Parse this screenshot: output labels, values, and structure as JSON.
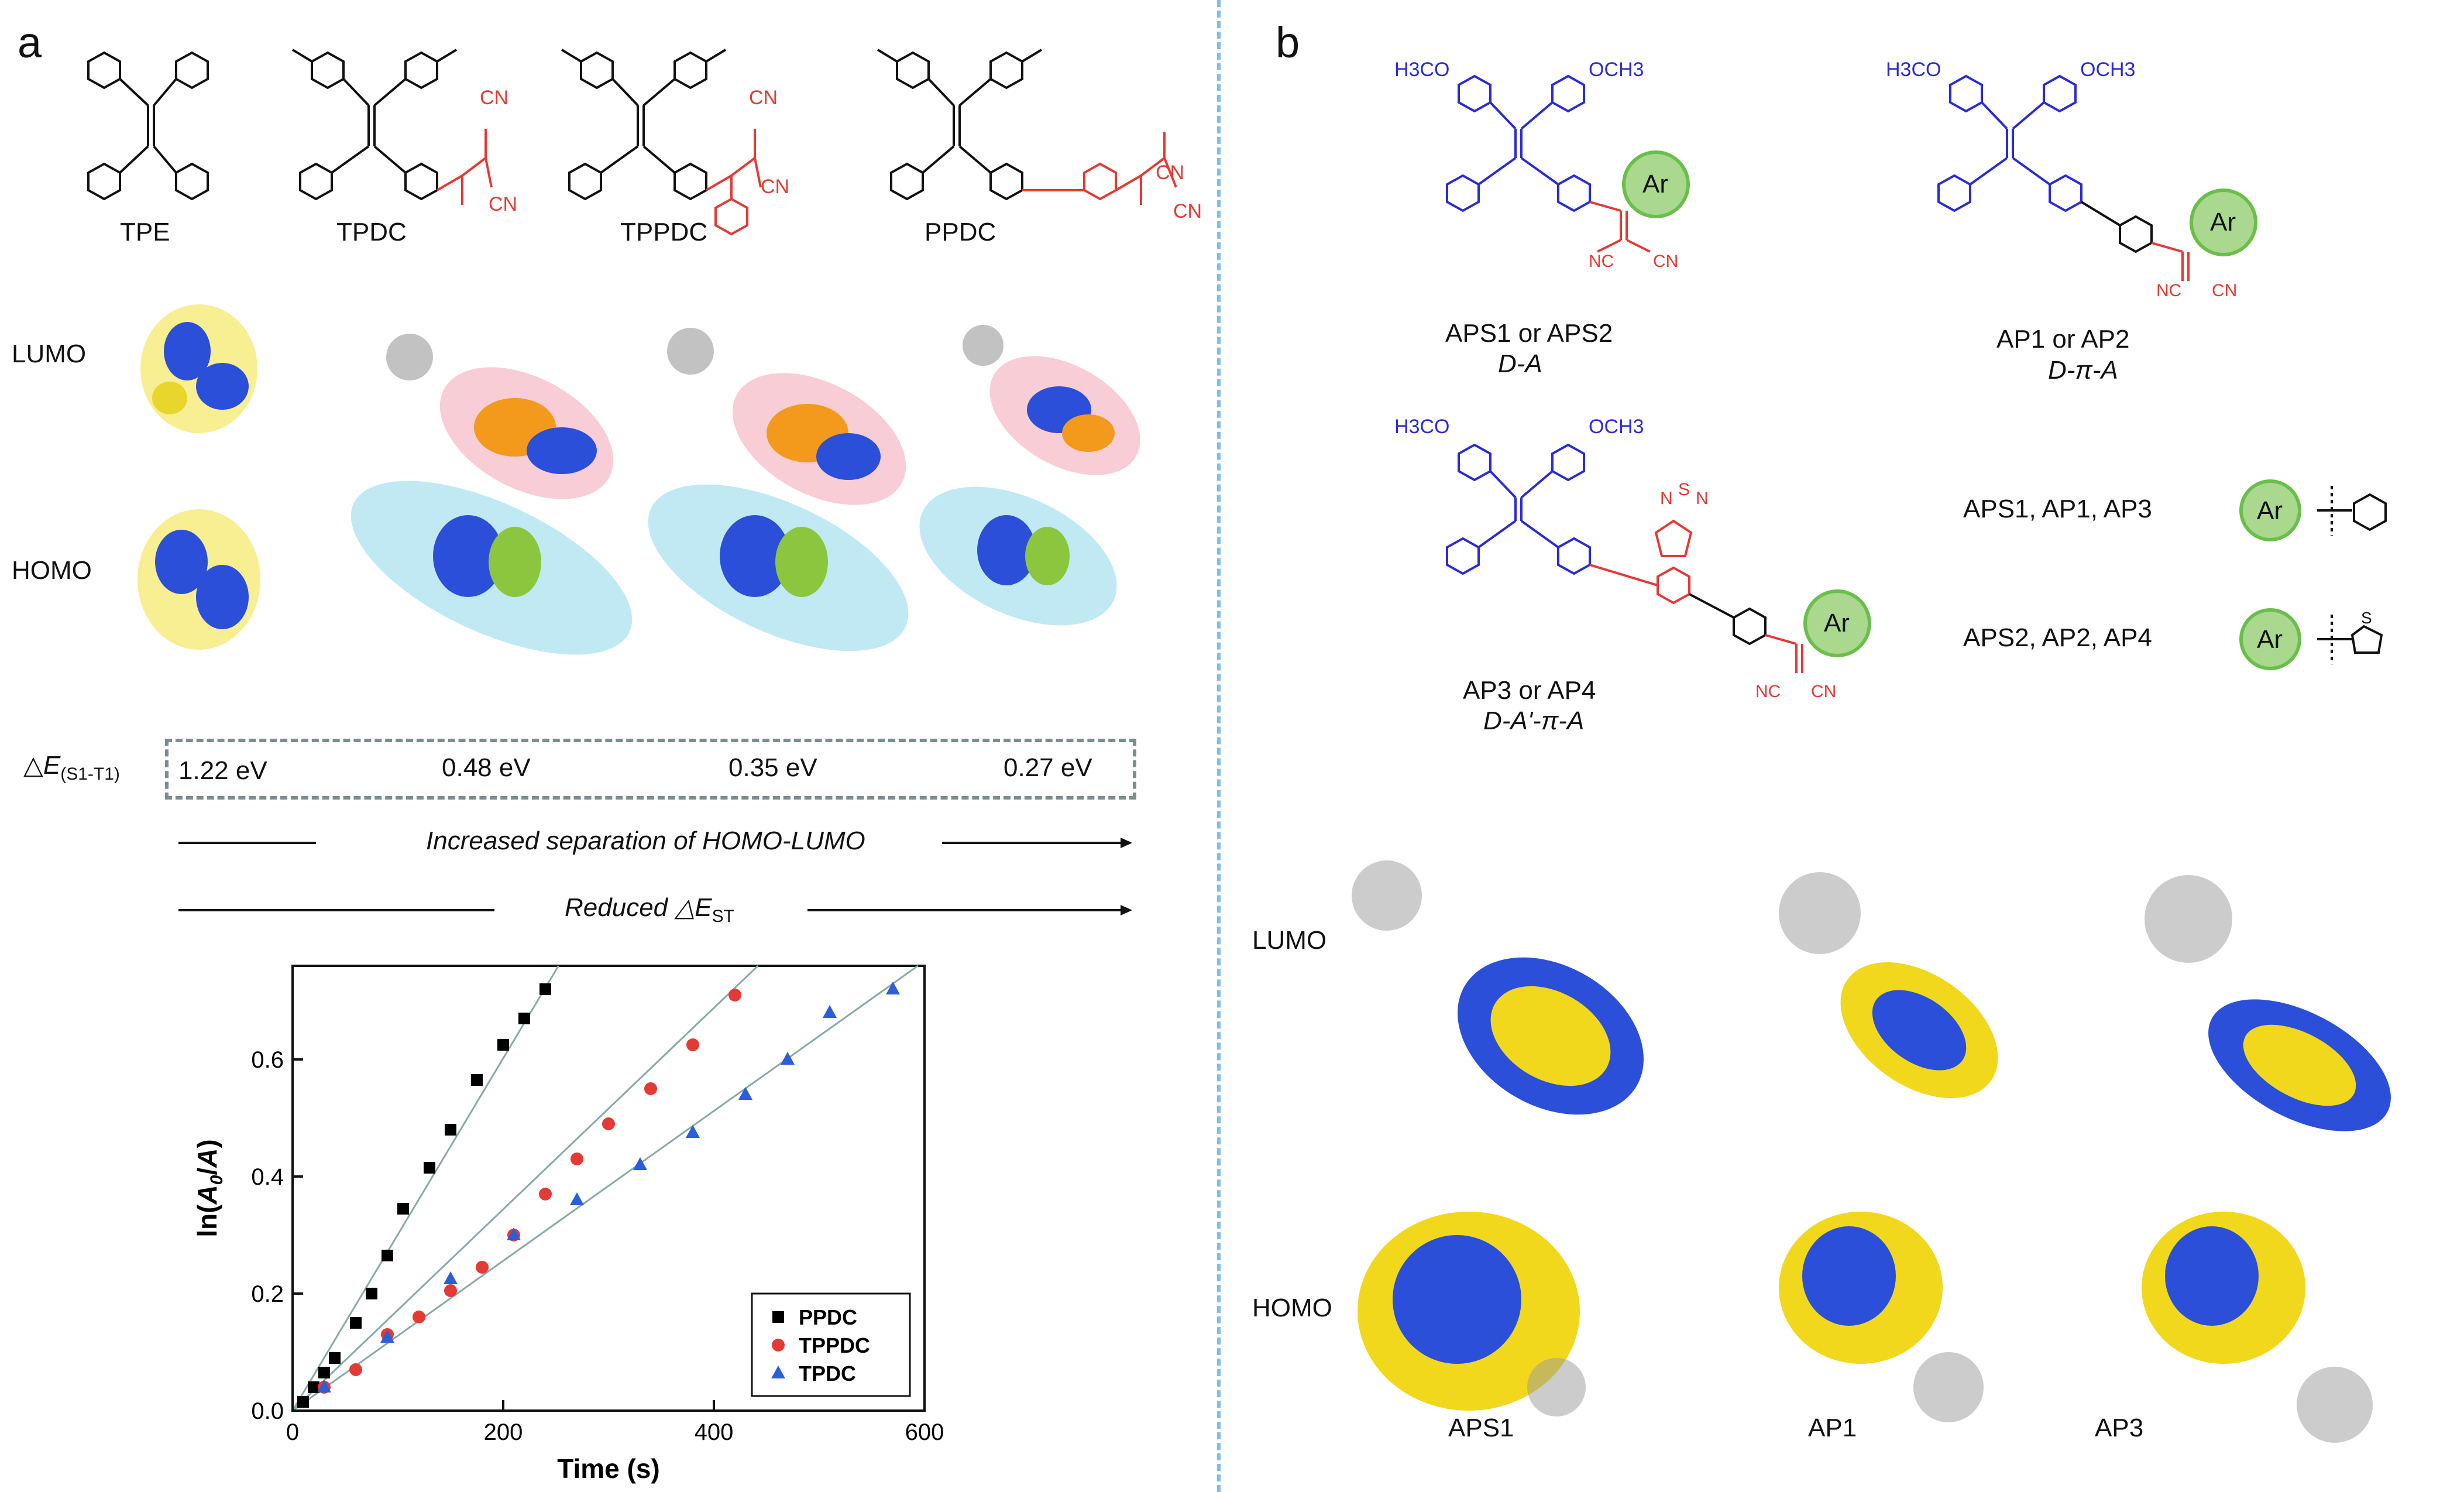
{
  "panel_a": {
    "letter": "a",
    "molecules": [
      "TPE",
      "TPDC",
      "TPPDC",
      "PPDC"
    ],
    "cn": "CN",
    "orbitals": {
      "lumo": "LUMO",
      "homo": "HOMO"
    },
    "delta_e": {
      "symbol": "△",
      "italic": "E",
      "sub": "(S1-T1)",
      "values": [
        "1.22 eV",
        "0.48 eV",
        "0.35 eV",
        "0.27 eV"
      ]
    },
    "arrow1": "Increased separation of HOMO-LUMO",
    "arrow2_text": "Reduced △",
    "arrow2_e": "E",
    "arrow2_sub": "ST"
  },
  "panel_b": {
    "letter": "b",
    "substituents": {
      "h3co": "H3CO",
      "och3": "OCH3",
      "nc": "NC",
      "cn": "CN",
      "ar": "Ar",
      "btd_n": "N",
      "btd_s": "S"
    },
    "structures": [
      {
        "name": "APS1 or APS2",
        "type": "D-A"
      },
      {
        "name": "AP1 or AP2",
        "type": "D-π-A"
      },
      {
        "name": "AP3 or AP4",
        "type": "D-A'-π-A"
      }
    ],
    "ar_defs": [
      {
        "label": "APS1, AP1, AP3"
      },
      {
        "label": "APS2, AP2, AP4"
      }
    ],
    "orbitals": {
      "lumo": "LUMO",
      "homo": "HOMO"
    },
    "molecule_labels": [
      "APS1",
      "AP1",
      "AP3"
    ]
  },
  "chart_data": {
    "type": "scatter",
    "xlabel_pre": "Time (s)",
    "ylabel": "ln(A0/A)",
    "xlim": [
      0,
      600
    ],
    "ylim": [
      0,
      0.76
    ],
    "x_ticks": [
      "0",
      "200",
      "400",
      "600"
    ],
    "y_ticks": [
      "0.0",
      "0.2",
      "0.4",
      "0.6"
    ],
    "legend_position": "bottom-right",
    "series": [
      {
        "name": "PPDC",
        "color": "#000000",
        "marker": "square",
        "fit_slope": 0.00301,
        "x": [
          10,
          20,
          30,
          40,
          60,
          75,
          90,
          105,
          130,
          150,
          175,
          200,
          220,
          240
        ],
        "y": [
          0.015,
          0.04,
          0.065,
          0.09,
          0.15,
          0.2,
          0.265,
          0.345,
          0.415,
          0.48,
          0.565,
          0.625,
          0.67,
          0.72
        ]
      },
      {
        "name": "TPPDC",
        "color": "#e53935",
        "marker": "circle",
        "fit_slope": 0.00172,
        "x": [
          30,
          60,
          90,
          120,
          150,
          180,
          210,
          240,
          270,
          300,
          340,
          380,
          420
        ],
        "y": [
          0.04,
          0.07,
          0.13,
          0.16,
          0.205,
          0.245,
          0.3,
          0.37,
          0.43,
          0.49,
          0.55,
          0.625,
          0.71
        ]
      },
      {
        "name": "TPDC",
        "color": "#2b5ed8",
        "marker": "triangle",
        "fit_slope": 0.00128,
        "x": [
          30,
          90,
          150,
          210,
          270,
          330,
          380,
          430,
          470,
          510,
          570
        ],
        "y": [
          0.04,
          0.125,
          0.225,
          0.3,
          0.36,
          0.42,
          0.475,
          0.54,
          0.6,
          0.68,
          0.72
        ]
      }
    ]
  }
}
